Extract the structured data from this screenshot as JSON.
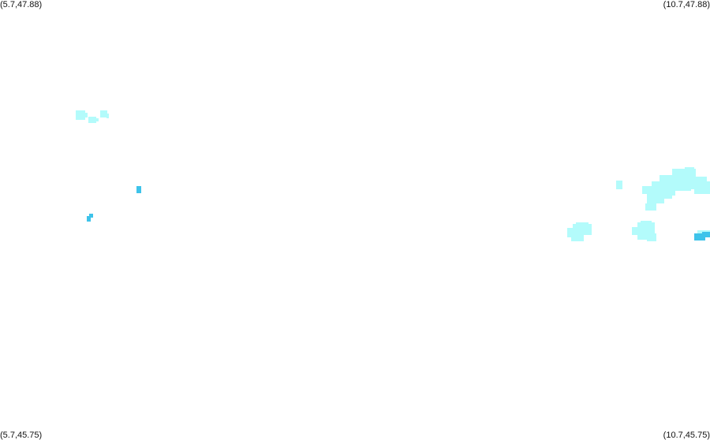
{
  "corners": {
    "top_left": "(5.7,47.88)",
    "top_right": "(10.7,47.88)",
    "bottom_left": "(5.7,45.75)",
    "bottom_right": "(10.7,45.75)"
  },
  "colors": {
    "background": "#ffffff",
    "light_cyan": "#b3fbfb",
    "mid_cyan": "#5ad4ee",
    "deep_cyan": "#3ec3ea"
  }
}
